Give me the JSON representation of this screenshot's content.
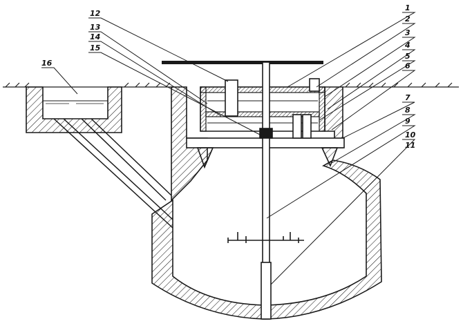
{
  "diagram": {
    "labels": {
      "l1": "1",
      "l2": "2",
      "l3": "3",
      "l4": "4",
      "l5": "5",
      "l6": "6",
      "l7": "7",
      "l8": "8",
      "l9": "9",
      "l10": "10",
      "l11": "11",
      "l12": "12",
      "l13": "13",
      "l14": "14",
      "l15": "15",
      "l16": "16"
    },
    "colors": {
      "ink": "#1a1a1a",
      "paper": "#ffffff"
    }
  }
}
